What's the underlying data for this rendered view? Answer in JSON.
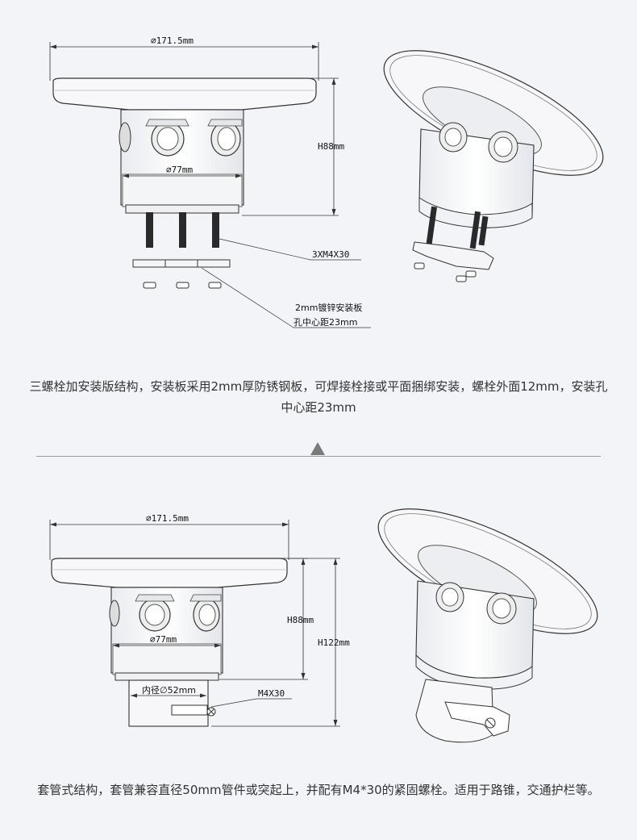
{
  "panel1": {
    "dims": {
      "diameter": "∅171.5mm",
      "height": "H88mm",
      "inner_diameter": "∅77mm",
      "bolt": "3XM4X30",
      "plate_line1": "2mm镀锌安装板",
      "plate_line2": "孔中心距23mm"
    },
    "caption": "三螺栓加安装版结构，安装板采用2mm厚防锈钢板，可焊接栓接或平面捆绑安装，螺栓外面12mm，安装孔中心距23mm"
  },
  "panel2": {
    "dims": {
      "diameter": "∅171.5mm",
      "height": "H88mm",
      "total_height": "H122mm",
      "inner_diameter": "∅77mm",
      "sleeve_diameter": "内径∅52mm",
      "bolt": "M4X30"
    },
    "caption": "套管式结构，套管兼容直径50mm管件或突起上，并配有M4*30的紧固螺栓。适用于路锥，交通护栏等。"
  },
  "colors": {
    "background": "#f3f4f8",
    "line": "#222222",
    "divider": "#9a9a9a"
  }
}
